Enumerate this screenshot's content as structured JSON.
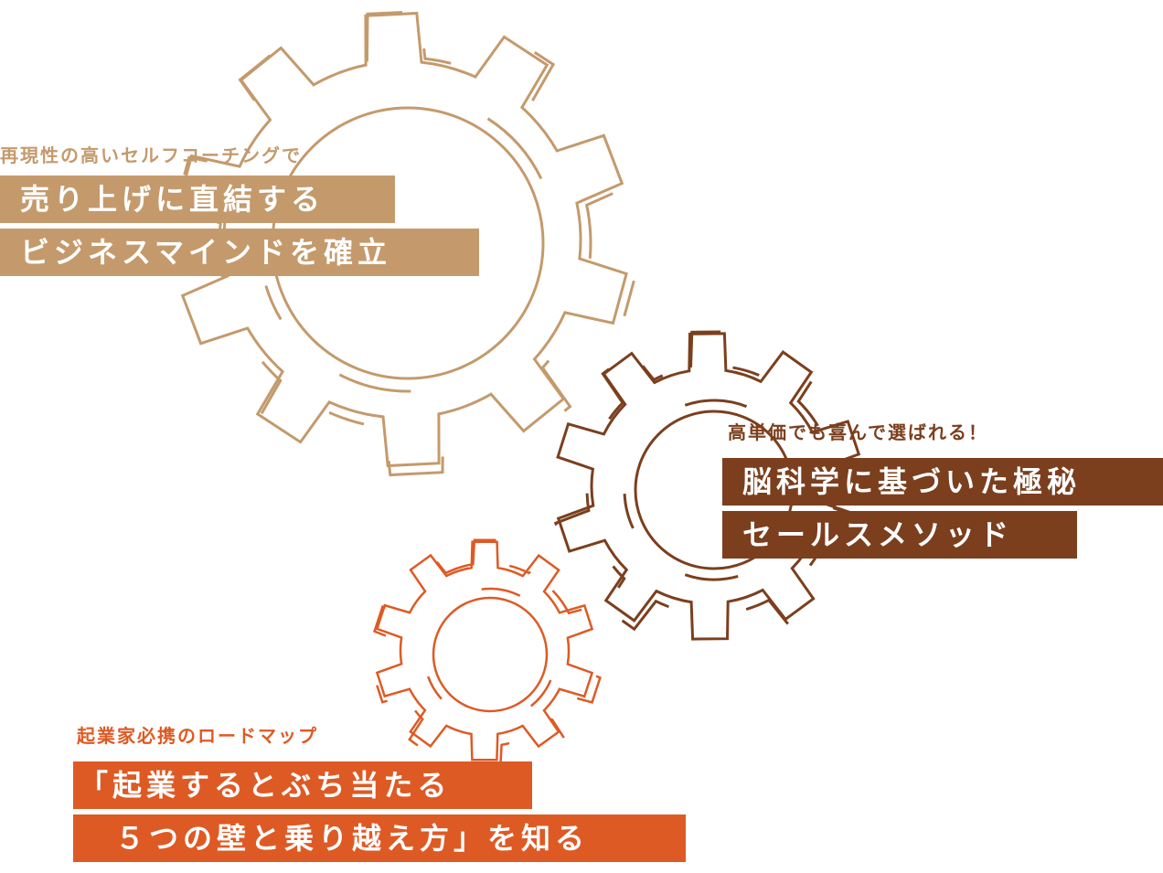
{
  "colors": {
    "gear1": "#C49A6C",
    "gear2": "#7B3F1E",
    "gear3": "#DE5A24"
  },
  "block1": {
    "subtitle": "再現性の高いセルフコーチングで",
    "line1": "売り上げに直結する",
    "line2": "ビジネスマインドを確立"
  },
  "block2": {
    "subtitle": "高単価でも喜んで選ばれる！",
    "line1": "脳科学に基づいた極秘",
    "line2": "セールスメソッド"
  },
  "block3": {
    "subtitle": "起業家必携のロードマップ",
    "line1": "「起業するとぶち当たる",
    "line2": "５つの壁と乗り越え方」を知る"
  }
}
